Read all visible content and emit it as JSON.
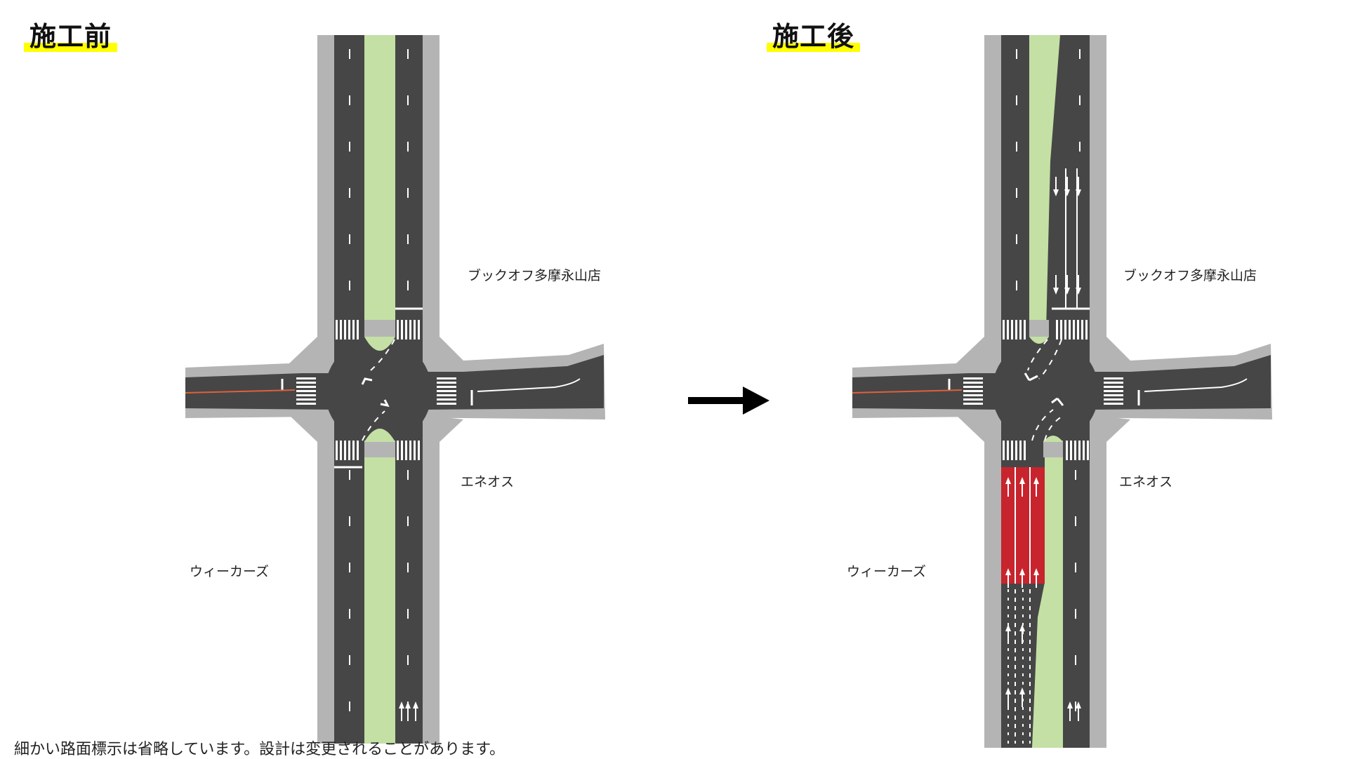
{
  "titles": {
    "before": "施工前",
    "after": "施工後"
  },
  "labels": {
    "bookoff": "ブックオフ多摩永山店",
    "eneos": "エネオス",
    "weekers": "ウィーカーズ"
  },
  "footnote": "細かい路面標示は省略しています。設計は変更されることがあります。",
  "colors": {
    "road": "#464646",
    "sidewalk": "#b4b4b4",
    "median": "#c4e0a5",
    "bus_lane": "#c8242d",
    "highlight": "#ffff00",
    "center_line": "#e0603a"
  }
}
